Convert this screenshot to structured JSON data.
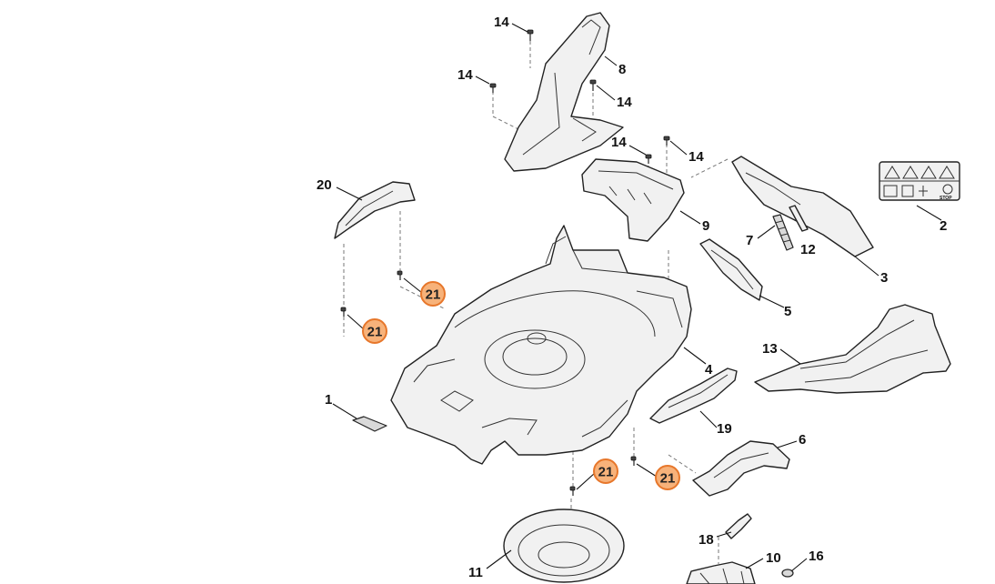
{
  "callouts": [
    {
      "label": "14"
    },
    {
      "label": "8"
    },
    {
      "label": "14"
    },
    {
      "label": "14"
    },
    {
      "label": "14"
    },
    {
      "label": "14"
    },
    {
      "label": "20"
    },
    {
      "label": "9"
    },
    {
      "label": "7"
    },
    {
      "label": "12"
    },
    {
      "label": "2"
    },
    {
      "label": "3"
    },
    {
      "label": "5"
    },
    {
      "label": "13"
    },
    {
      "label": "4"
    },
    {
      "label": "1"
    },
    {
      "label": "19"
    },
    {
      "label": "6"
    },
    {
      "label": "18"
    },
    {
      "label": "10"
    },
    {
      "label": "16"
    },
    {
      "label": "11"
    }
  ],
  "highlights": [
    {
      "label": "21"
    },
    {
      "label": "21"
    },
    {
      "label": "21"
    },
    {
      "label": "21"
    }
  ],
  "warning_label": {
    "stop_text": "STOP"
  },
  "colors": {
    "highlight_fill": "#f7b27a",
    "highlight_stroke": "#e7772b",
    "line": "#222222"
  }
}
